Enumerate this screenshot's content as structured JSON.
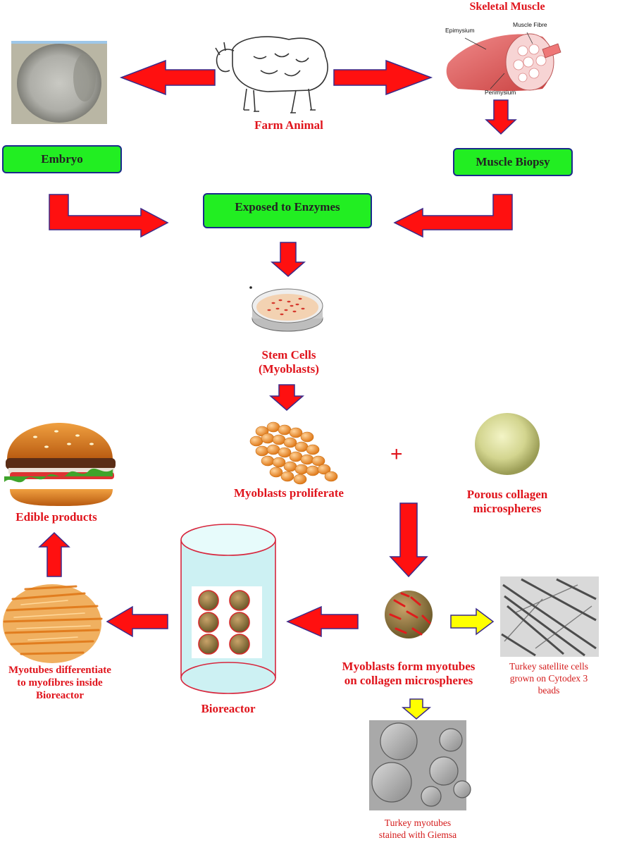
{
  "labels": {
    "skeletal_muscle": "Skeletal Muscle",
    "epimysium": "Epimysium",
    "muscle_fibre": "Muscle Fibre",
    "perimysium": "Perimysium",
    "farm_animal": "Farm Animal",
    "embryo": "Embryo",
    "muscle_biopsy": "Muscle Biopsy",
    "exposed_to_enzymes": "Exposed to Enzymes",
    "stem_cells_line1": "Stem Cells",
    "stem_cells_line2": "(Myoblasts)",
    "myoblasts_proliferate": "Myoblasts proliferate",
    "plus": "+",
    "porous_line1": "Porous collagen",
    "porous_line2": "microspheres",
    "edible_products": "Edible products",
    "form_myotubes_line1": "Myoblasts form myotubes",
    "form_myotubes_line2": "on collagen microspheres",
    "bioreactor": "Bioreactor",
    "differentiate_line1": "Myotubes differentiate",
    "differentiate_line2": "to myofibres inside",
    "differentiate_line3": "Bioreactor",
    "turkey_satellite_line1": "Turkey satellite cells",
    "turkey_satellite_line2": "grown on Cytodex 3",
    "turkey_satellite_line3": "beads",
    "turkey_myotubes_line1": "Turkey myotubes",
    "turkey_myotubes_line2": "stained with Giemsa"
  },
  "colors": {
    "label_red": "#e0141c",
    "arrow_red": "#ff1010",
    "arrow_outline": "#3a2a8a",
    "box_green": "#22ee22",
    "yellow_arrow": "#ffff00"
  }
}
